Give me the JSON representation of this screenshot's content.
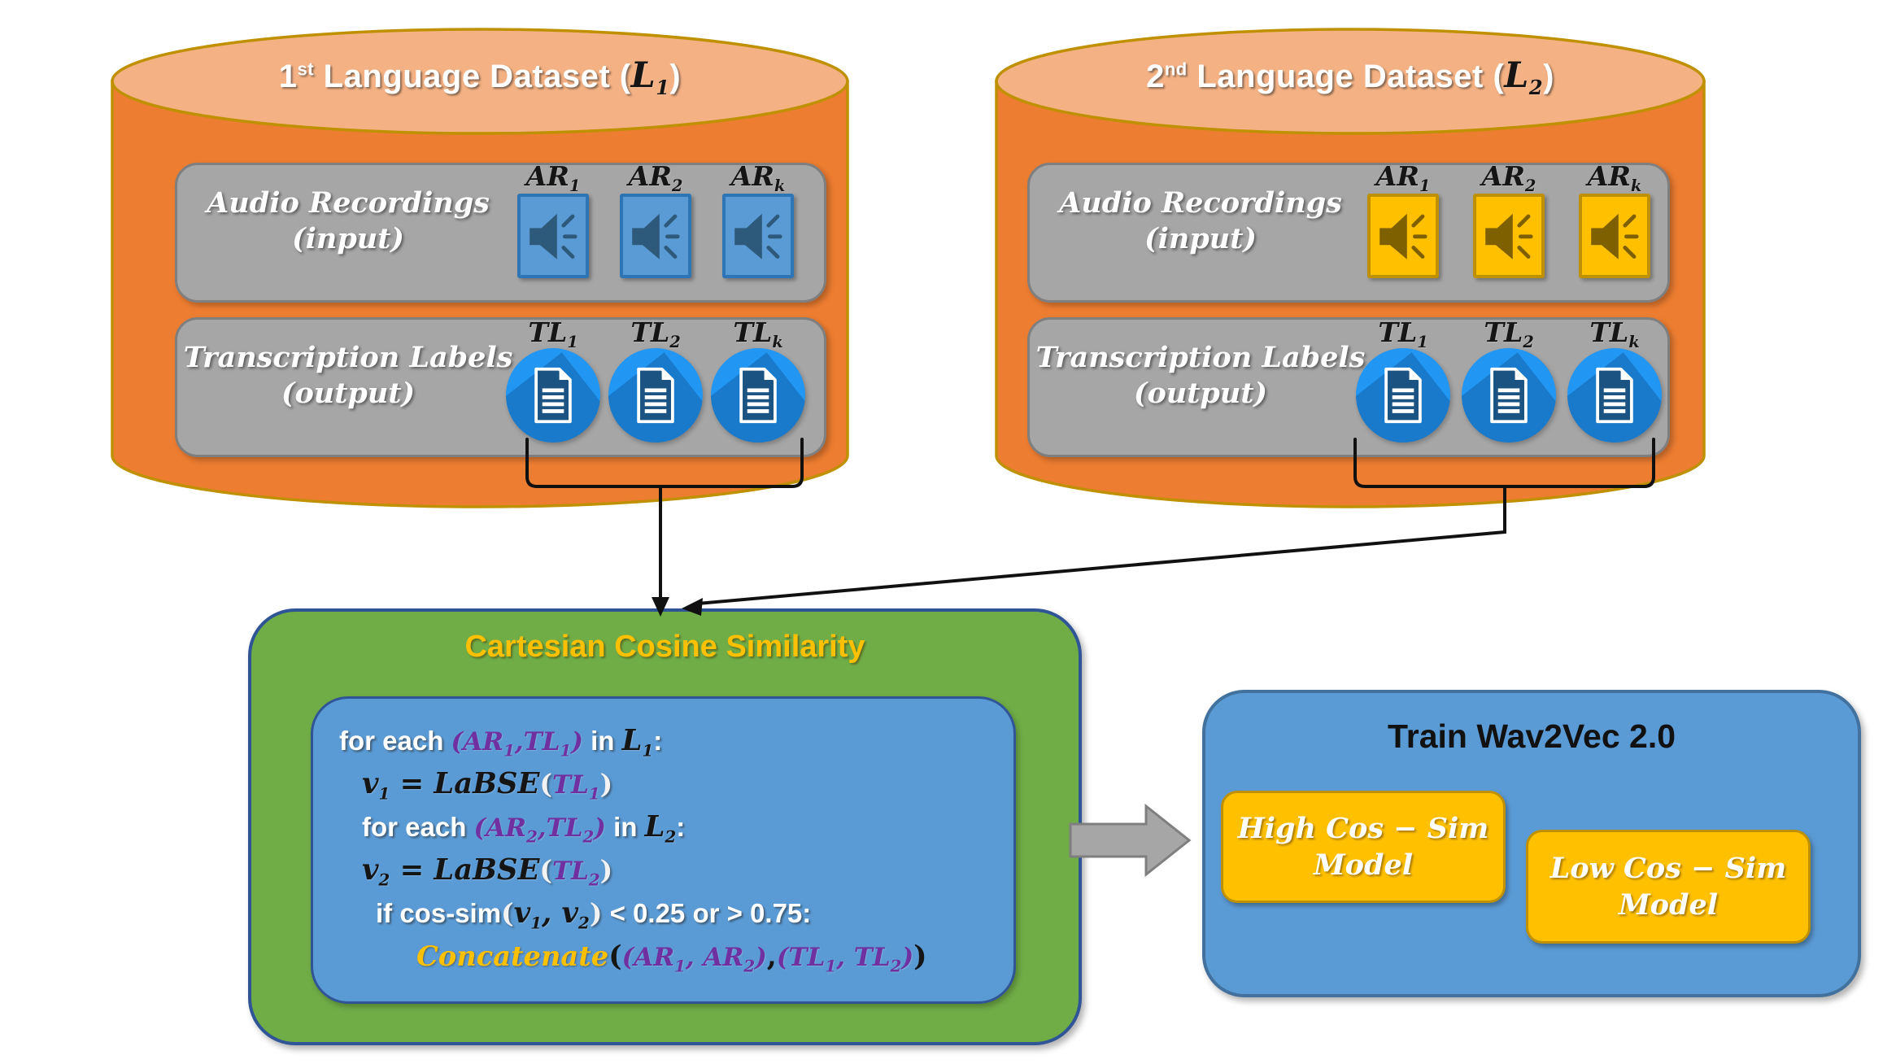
{
  "colors": {
    "cylinder_body": "#ED7D31",
    "cylinder_top": "#F4B183",
    "cylinder_stroke": "#BF9000",
    "section_gray": "#A6A6A6",
    "section_gray_border": "#7F7F7F",
    "speaker_blue": "#5B9BD5",
    "speaker_blue_border": "#2E75B6",
    "speaker_gold": "#FFC000",
    "speaker_gold_border": "#BF9000",
    "doc_circle_blue": "#2196F3",
    "green_box": "#70AD47",
    "code_box_blue": "#5B9BD5",
    "box_border_blue": "#2F5597",
    "train_blue": "#5B9BD5",
    "model_gold": "#FFC000",
    "purple_text": "#7030A0",
    "gold_text": "#FFC000",
    "arrow_gray": "#A6A6A6"
  },
  "icons": {
    "audio": "speaker-icon",
    "transcription": "document-icon"
  },
  "datasets": [
    {
      "title": [
        {
          "t": "1",
          "s": "w"
        },
        {
          "t": "st",
          "s": "w",
          "sup": true
        },
        {
          "t": " Language Dataset (",
          "s": "w"
        },
        {
          "t": "L",
          "s": "k"
        },
        {
          "t": "1",
          "s": "k",
          "sub": true
        },
        {
          "t": ")",
          "s": "w"
        }
      ],
      "audio_section": {
        "label_line1": "Audio Recordings",
        "label_line2": "(input)"
      },
      "transcription_section": {
        "label_line1": "Transcription Labels",
        "label_line2": "(output)"
      },
      "ar_items": [
        [
          {
            "t": "AR",
            "s": "k"
          },
          {
            "t": "1",
            "s": "k",
            "sub": true
          }
        ],
        [
          {
            "t": "AR",
            "s": "k"
          },
          {
            "t": "2",
            "s": "k",
            "sub": true
          }
        ],
        [
          {
            "t": "AR",
            "s": "k"
          },
          {
            "t": "k",
            "s": "k",
            "sub": true
          }
        ]
      ],
      "tl_items": [
        [
          {
            "t": "TL",
            "s": "k"
          },
          {
            "t": "1",
            "s": "k",
            "sub": true
          }
        ],
        [
          {
            "t": "TL",
            "s": "k"
          },
          {
            "t": "2",
            "s": "k",
            "sub": true
          }
        ],
        [
          {
            "t": "TL",
            "s": "k"
          },
          {
            "t": "k",
            "s": "k",
            "sub": true
          }
        ]
      ]
    },
    {
      "title": [
        {
          "t": "2",
          "s": "w"
        },
        {
          "t": "nd",
          "s": "w",
          "sup": true
        },
        {
          "t": " Language Dataset (",
          "s": "w"
        },
        {
          "t": "L",
          "s": "k"
        },
        {
          "t": "2",
          "s": "k",
          "sub": true
        },
        {
          "t": ")",
          "s": "w"
        }
      ],
      "audio_section": {
        "label_line1": "Audio Recordings",
        "label_line2": "(input)"
      },
      "transcription_section": {
        "label_line1": "Transcription Labels",
        "label_line2": "(output)"
      },
      "ar_items": [
        [
          {
            "t": "AR",
            "s": "k"
          },
          {
            "t": "1",
            "s": "k",
            "sub": true
          }
        ],
        [
          {
            "t": "AR",
            "s": "k"
          },
          {
            "t": "2",
            "s": "k",
            "sub": true
          }
        ],
        [
          {
            "t": "AR",
            "s": "k"
          },
          {
            "t": "k",
            "s": "k",
            "sub": true
          }
        ]
      ],
      "tl_items": [
        [
          {
            "t": "TL",
            "s": "k"
          },
          {
            "t": "1",
            "s": "k",
            "sub": true
          }
        ],
        [
          {
            "t": "TL",
            "s": "k"
          },
          {
            "t": "2",
            "s": "k",
            "sub": true
          }
        ],
        [
          {
            "t": "TL",
            "s": "k"
          },
          {
            "t": "k",
            "s": "k",
            "sub": true
          }
        ]
      ]
    }
  ],
  "green_box": {
    "title": "Cartesian Cosine Similarity",
    "code_lines": [
      [
        {
          "t": "for each ",
          "s": "w"
        },
        {
          "t": "(AR",
          "s": "p"
        },
        {
          "t": "1",
          "s": "p",
          "sub": true
        },
        {
          "t": ",TL",
          "s": "p"
        },
        {
          "t": "1",
          "s": "p",
          "sub": true
        },
        {
          "t": ")",
          "s": "p"
        },
        {
          "t": " in ",
          "s": "w"
        },
        {
          "t": "L",
          "s": "k"
        },
        {
          "t": "1",
          "s": "k",
          "sub": true
        },
        {
          "t": ":",
          "s": "w"
        }
      ],
      [
        {
          "t": "v",
          "s": "k"
        },
        {
          "t": "1",
          "s": "k",
          "sub": true
        },
        {
          "t": " = LaBSE",
          "s": "k"
        },
        {
          "t": "(",
          "s": "wp"
        },
        {
          "t": "TL",
          "s": "p"
        },
        {
          "t": "1",
          "s": "p",
          "sub": true
        },
        {
          "t": ")",
          "s": "wp"
        }
      ],
      [
        {
          "t": "for each ",
          "s": "w"
        },
        {
          "t": "(AR",
          "s": "p"
        },
        {
          "t": "2",
          "s": "p",
          "sub": true
        },
        {
          "t": ",TL",
          "s": "p"
        },
        {
          "t": "2",
          "s": "p",
          "sub": true
        },
        {
          "t": ")",
          "s": "p"
        },
        {
          "t": " in ",
          "s": "w"
        },
        {
          "t": "L",
          "s": "k"
        },
        {
          "t": "2",
          "s": "k",
          "sub": true
        },
        {
          "t": ":",
          "s": "w"
        }
      ],
      [
        {
          "t": "v",
          "s": "k"
        },
        {
          "t": "2",
          "s": "k",
          "sub": true
        },
        {
          "t": " = LaBSE",
          "s": "k"
        },
        {
          "t": "(",
          "s": "wp"
        },
        {
          "t": "TL",
          "s": "p"
        },
        {
          "t": "2",
          "s": "p",
          "sub": true
        },
        {
          "t": ")",
          "s": "wp"
        }
      ],
      [
        {
          "t": "if cos-sim",
          "s": "w"
        },
        {
          "t": "(",
          "s": "wp"
        },
        {
          "t": "v",
          "s": "k"
        },
        {
          "t": "1",
          "s": "k",
          "sub": true
        },
        {
          "t": ", ",
          "s": "k"
        },
        {
          "t": "v",
          "s": "k"
        },
        {
          "t": "2",
          "s": "k",
          "sub": true
        },
        {
          "t": ")",
          "s": "wp"
        },
        {
          "t": " < 0.25 or > 0.75:",
          "s": "w"
        }
      ],
      [
        {
          "t": "Concatenate",
          "s": "g"
        },
        {
          "t": "(",
          "s": "k2"
        },
        {
          "t": "(",
          "s": "p"
        },
        {
          "t": "AR",
          "s": "p"
        },
        {
          "t": "1",
          "s": "p",
          "sub": true
        },
        {
          "t": ", AR",
          "s": "p"
        },
        {
          "t": "2",
          "s": "p",
          "sub": true
        },
        {
          "t": ")",
          "s": "p"
        },
        {
          "t": ",",
          "s": "k2"
        },
        {
          "t": "(",
          "s": "p"
        },
        {
          "t": "TL",
          "s": "p"
        },
        {
          "t": "1",
          "s": "p",
          "sub": true
        },
        {
          "t": ", TL",
          "s": "p"
        },
        {
          "t": "2",
          "s": "p",
          "sub": true
        },
        {
          "t": ")",
          "s": "p"
        },
        {
          "t": ")",
          "s": "k2"
        }
      ]
    ]
  },
  "train_box": {
    "title": "Train Wav2Vec 2.0",
    "models": [
      {
        "line1": "High Cos − Sim",
        "line2": "Model"
      },
      {
        "line1": "Low Cos − Sim",
        "line2": "Model"
      }
    ]
  }
}
